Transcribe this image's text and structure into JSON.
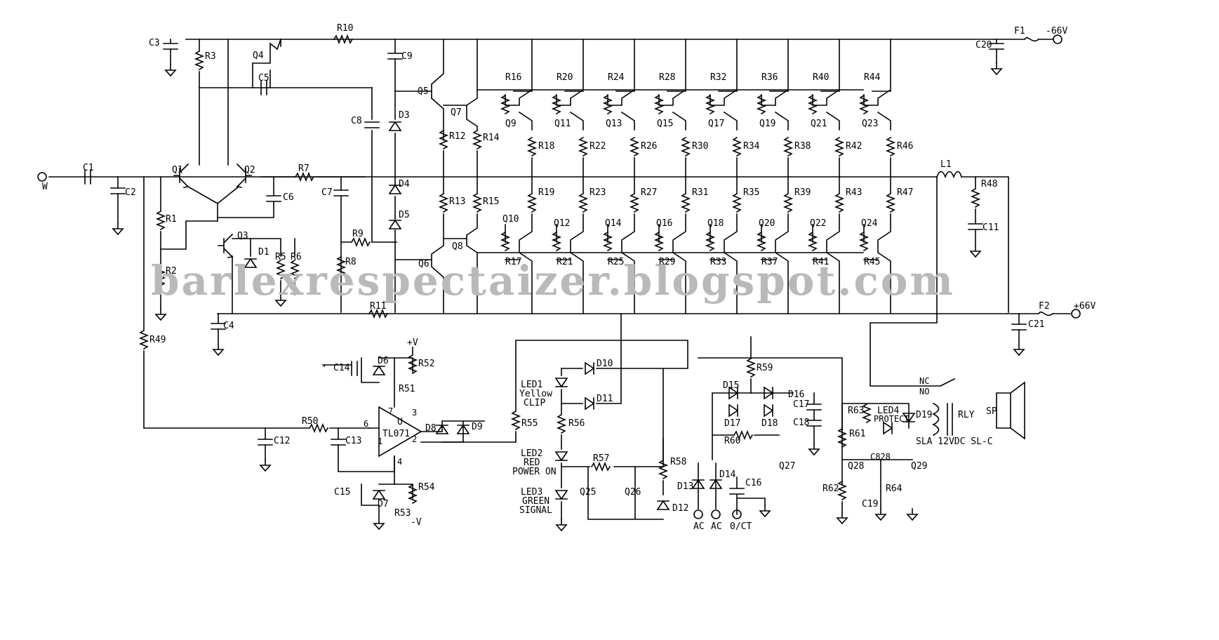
{
  "watermark": "barlexrespectaizer.blogspot.com",
  "rails": {
    "neg": "-66V",
    "pos": "+66V",
    "fuse_neg": "F1",
    "fuse_pos": "F2",
    "cap_neg": "C20",
    "cap_pos": "C21"
  },
  "input": {
    "terminal": "W",
    "c1": "C1",
    "c2": "C2",
    "r1": "R1",
    "r2": "R2",
    "r49": "R49"
  },
  "driver": {
    "q1": "Q1",
    "q2": "Q2",
    "q3": "Q3",
    "q4": "Q4",
    "q5": "Q5",
    "q6": "Q6",
    "q7": "Q7",
    "q8": "Q8",
    "r3": "R3",
    "r5": "R5",
    "r6": "R6",
    "r7": "R7",
    "r8": "R8",
    "r9": "R9",
    "r10": "R10",
    "r11": "R11",
    "r12": "R12",
    "r13": "R13",
    "r14": "R14",
    "r15": "R15",
    "c3": "C3",
    "c4": "C4",
    "c5": "C5",
    "c6": "C6",
    "c7": "C7",
    "c8": "C8",
    "c9": "C9",
    "d1": "D1",
    "d3": "D3",
    "d4": "D4",
    "d5": "D5"
  },
  "output_upper": {
    "base_res": [
      "R16",
      "R20",
      "R24",
      "R28",
      "R32",
      "R36",
      "R40",
      "R44"
    ],
    "transistors": [
      "Q9",
      "Q11",
      "Q13",
      "Q15",
      "Q17",
      "Q19",
      "Q21",
      "Q23"
    ],
    "emitter_res": [
      "R18",
      "R22",
      "R26",
      "R30",
      "R34",
      "R38",
      "R42",
      "R46"
    ]
  },
  "output_lower": {
    "emitter_res": [
      "R19",
      "R23",
      "R27",
      "R31",
      "R35",
      "R39",
      "R43",
      "R47"
    ],
    "transistors": [
      "Q10",
      "Q12",
      "Q14",
      "Q16",
      "Q18",
      "Q20",
      "Q22",
      "Q24"
    ],
    "base_res": [
      "R17",
      "R21",
      "R25",
      "R29",
      "R33",
      "R37",
      "R41",
      "R45"
    ]
  },
  "output_net": {
    "l1": "L1",
    "r48": "R48",
    "c11": "C11"
  },
  "clip_detector": {
    "opamp": "TL071",
    "u": "U",
    "pin2": "2",
    "pin3": "3",
    "pin4": "4",
    "pin6": "6",
    "pin7": "7",
    "pin1": "1",
    "vpos": "+V",
    "vneg": "-V",
    "c12": "C12",
    "c13": "C13",
    "c14": "C14",
    "c15": "C15",
    "d6": "D6",
    "d7": "D7",
    "d8": "D8",
    "d9": "D9",
    "r50": "R50",
    "r51": "R51",
    "r52": "R52",
    "r53": "R53",
    "r54": "R54",
    "r55": "R55"
  },
  "indicators": {
    "led1": "LED1",
    "led1_a": "Yellow",
    "led1_b": "CLIP",
    "led2": "LED2",
    "led2_a": "RED",
    "led2_b": "POWER ON",
    "led3": "LED3",
    "led3_a": "GREEN",
    "led3_b": "SIGNAL",
    "d10": "D10",
    "d11": "D11",
    "d12": "D12",
    "r56": "R56",
    "r57": "R57",
    "r58": "R58",
    "q25": "Q25",
    "q26": "Q26"
  },
  "protection": {
    "r59": "R59",
    "r60": "R60",
    "r61": "R61",
    "r62": "R62",
    "r63": "R63",
    "r64": "R64",
    "d13": "D13",
    "d14": "D14",
    "d15": "D15",
    "d16": "D16",
    "d17": "D17",
    "d18": "D18",
    "d19": "D19",
    "c16": "C16",
    "c17": "C17",
    "c18": "C18",
    "c19": "C19",
    "q27": "Q27",
    "q28": "Q28",
    "q29": "Q29",
    "c828": "C828",
    "led4": "LED4",
    "protect": "PROTECT",
    "ac1": "AC",
    "ac2": "AC",
    "ct": "0/CT",
    "nc": "NC",
    "no": "NO",
    "rly": "RLY",
    "sp": "SP",
    "relay_desc": "SLA 12VDC SL-C"
  }
}
